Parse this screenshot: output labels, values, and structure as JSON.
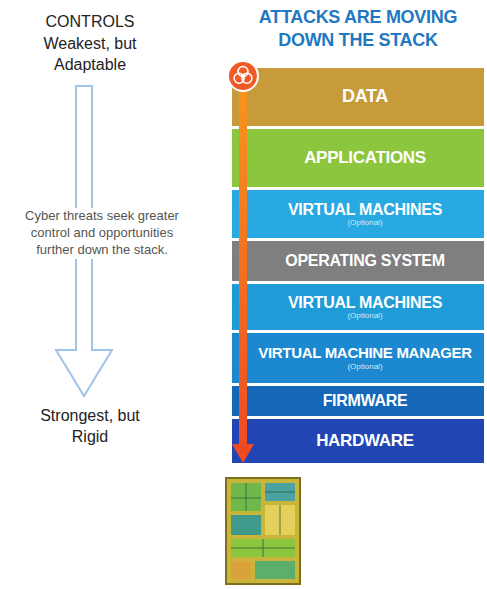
{
  "diagram": {
    "title": "ATTACKS ARE MOVING DOWN THE STACK",
    "nodes": [
      {
        "text": [
          "DATA"
        ]
      },
      {
        "text": [
          "APPLICATIONS"
        ]
      },
      {
        "text": [
          "VIRTUAL MACHINES",
          "(Optional)"
        ]
      },
      {
        "text": [
          "OPERATING SYSTEM"
        ]
      },
      {
        "text": [
          "VIRTUAL MACHINES",
          "(Optional)"
        ]
      },
      {
        "text": [
          "VIRTUAL MACHINE MANAGER",
          "(Optional)"
        ]
      },
      {
        "text": [
          "FIRMWARE"
        ]
      },
      {
        "text": [
          "HARDWARE"
        ]
      }
    ],
    "labels": [
      "CONTROLS",
      "Weakest, but Adaptable",
      "Cyber threats seek greater control and opportunities further down the stack.",
      "Strongest, but Rigid"
    ]
  }
}
